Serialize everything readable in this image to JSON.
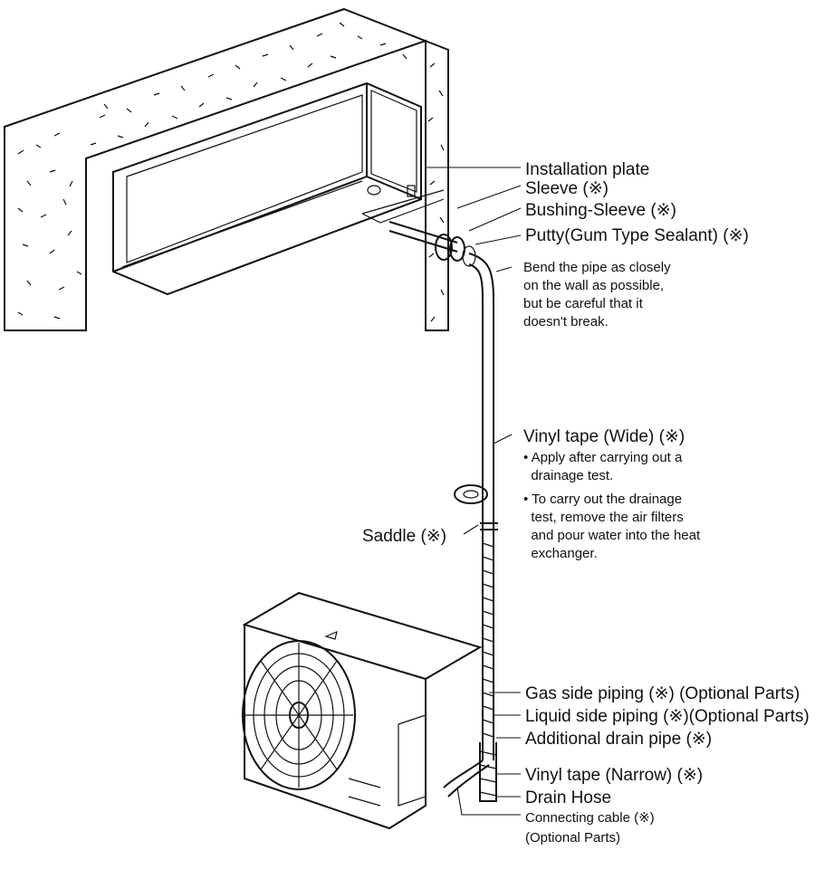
{
  "colors": {
    "ink": "#111111",
    "wall": "#ffffff",
    "paper": "#ffffff"
  },
  "labels": {
    "installation_plate": "Installation plate",
    "sleeve": "Sleeve (※)",
    "bushing_sleeve": "Bushing-Sleeve (※)",
    "putty": "Putty(Gum Type Sealant) (※)",
    "bend_note": [
      "Bend the pipe as closely",
      "on the wall as possible,",
      "but be careful that it",
      "doesn't break."
    ],
    "vinyl_tape_wide": "Vinyl tape (Wide) (※)",
    "vinyl_wide_notes": [
      "• Apply after carrying out a",
      "  drainage test.",
      "• To carry out the drainage",
      "  test, remove the air filters",
      "  and pour water into the heat",
      "  exchanger."
    ],
    "saddle": "Saddle (※)",
    "gas_side_piping": "Gas side piping (※) (Optional Parts)",
    "liquid_side_piping": "Liquid side piping (※)(Optional Parts)",
    "additional_drain_pipe": "Additional drain pipe  (※)",
    "vinyl_tape_narrow": "Vinyl tape (Narrow) (※)",
    "drain_hose": "Drain Hose",
    "connecting_cable": [
      "Connecting cable (※)",
      "(Optional Parts)"
    ]
  }
}
